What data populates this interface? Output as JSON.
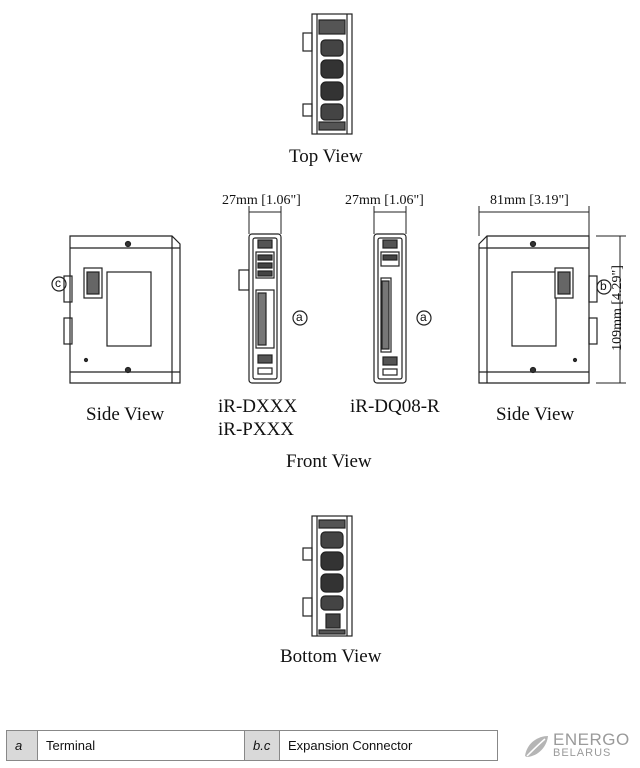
{
  "views": {
    "top": "Top View",
    "side_left": "Side View",
    "side_right": "Side View",
    "front": "Front View",
    "bottom": "Bottom View"
  },
  "models": {
    "model_1": "iR-DXXX",
    "model_2": "iR-PXXX",
    "model_3": "iR-DQ08-R"
  },
  "dimensions": {
    "front_width_1": "27mm [1.06\"]",
    "front_width_2": "27mm [1.06\"]",
    "side_depth": "81mm [3.19\"]",
    "side_height": "109mm [4.29\"]"
  },
  "callouts": {
    "a1": "a",
    "a2": "a",
    "b": "b",
    "c": "c"
  },
  "legend": [
    {
      "key": "a",
      "value": "Terminal"
    },
    {
      "key": "b.c",
      "value": "Expansion Connector"
    }
  ],
  "logo": {
    "line1": "ENERGO",
    "line2": "BELARUS"
  }
}
